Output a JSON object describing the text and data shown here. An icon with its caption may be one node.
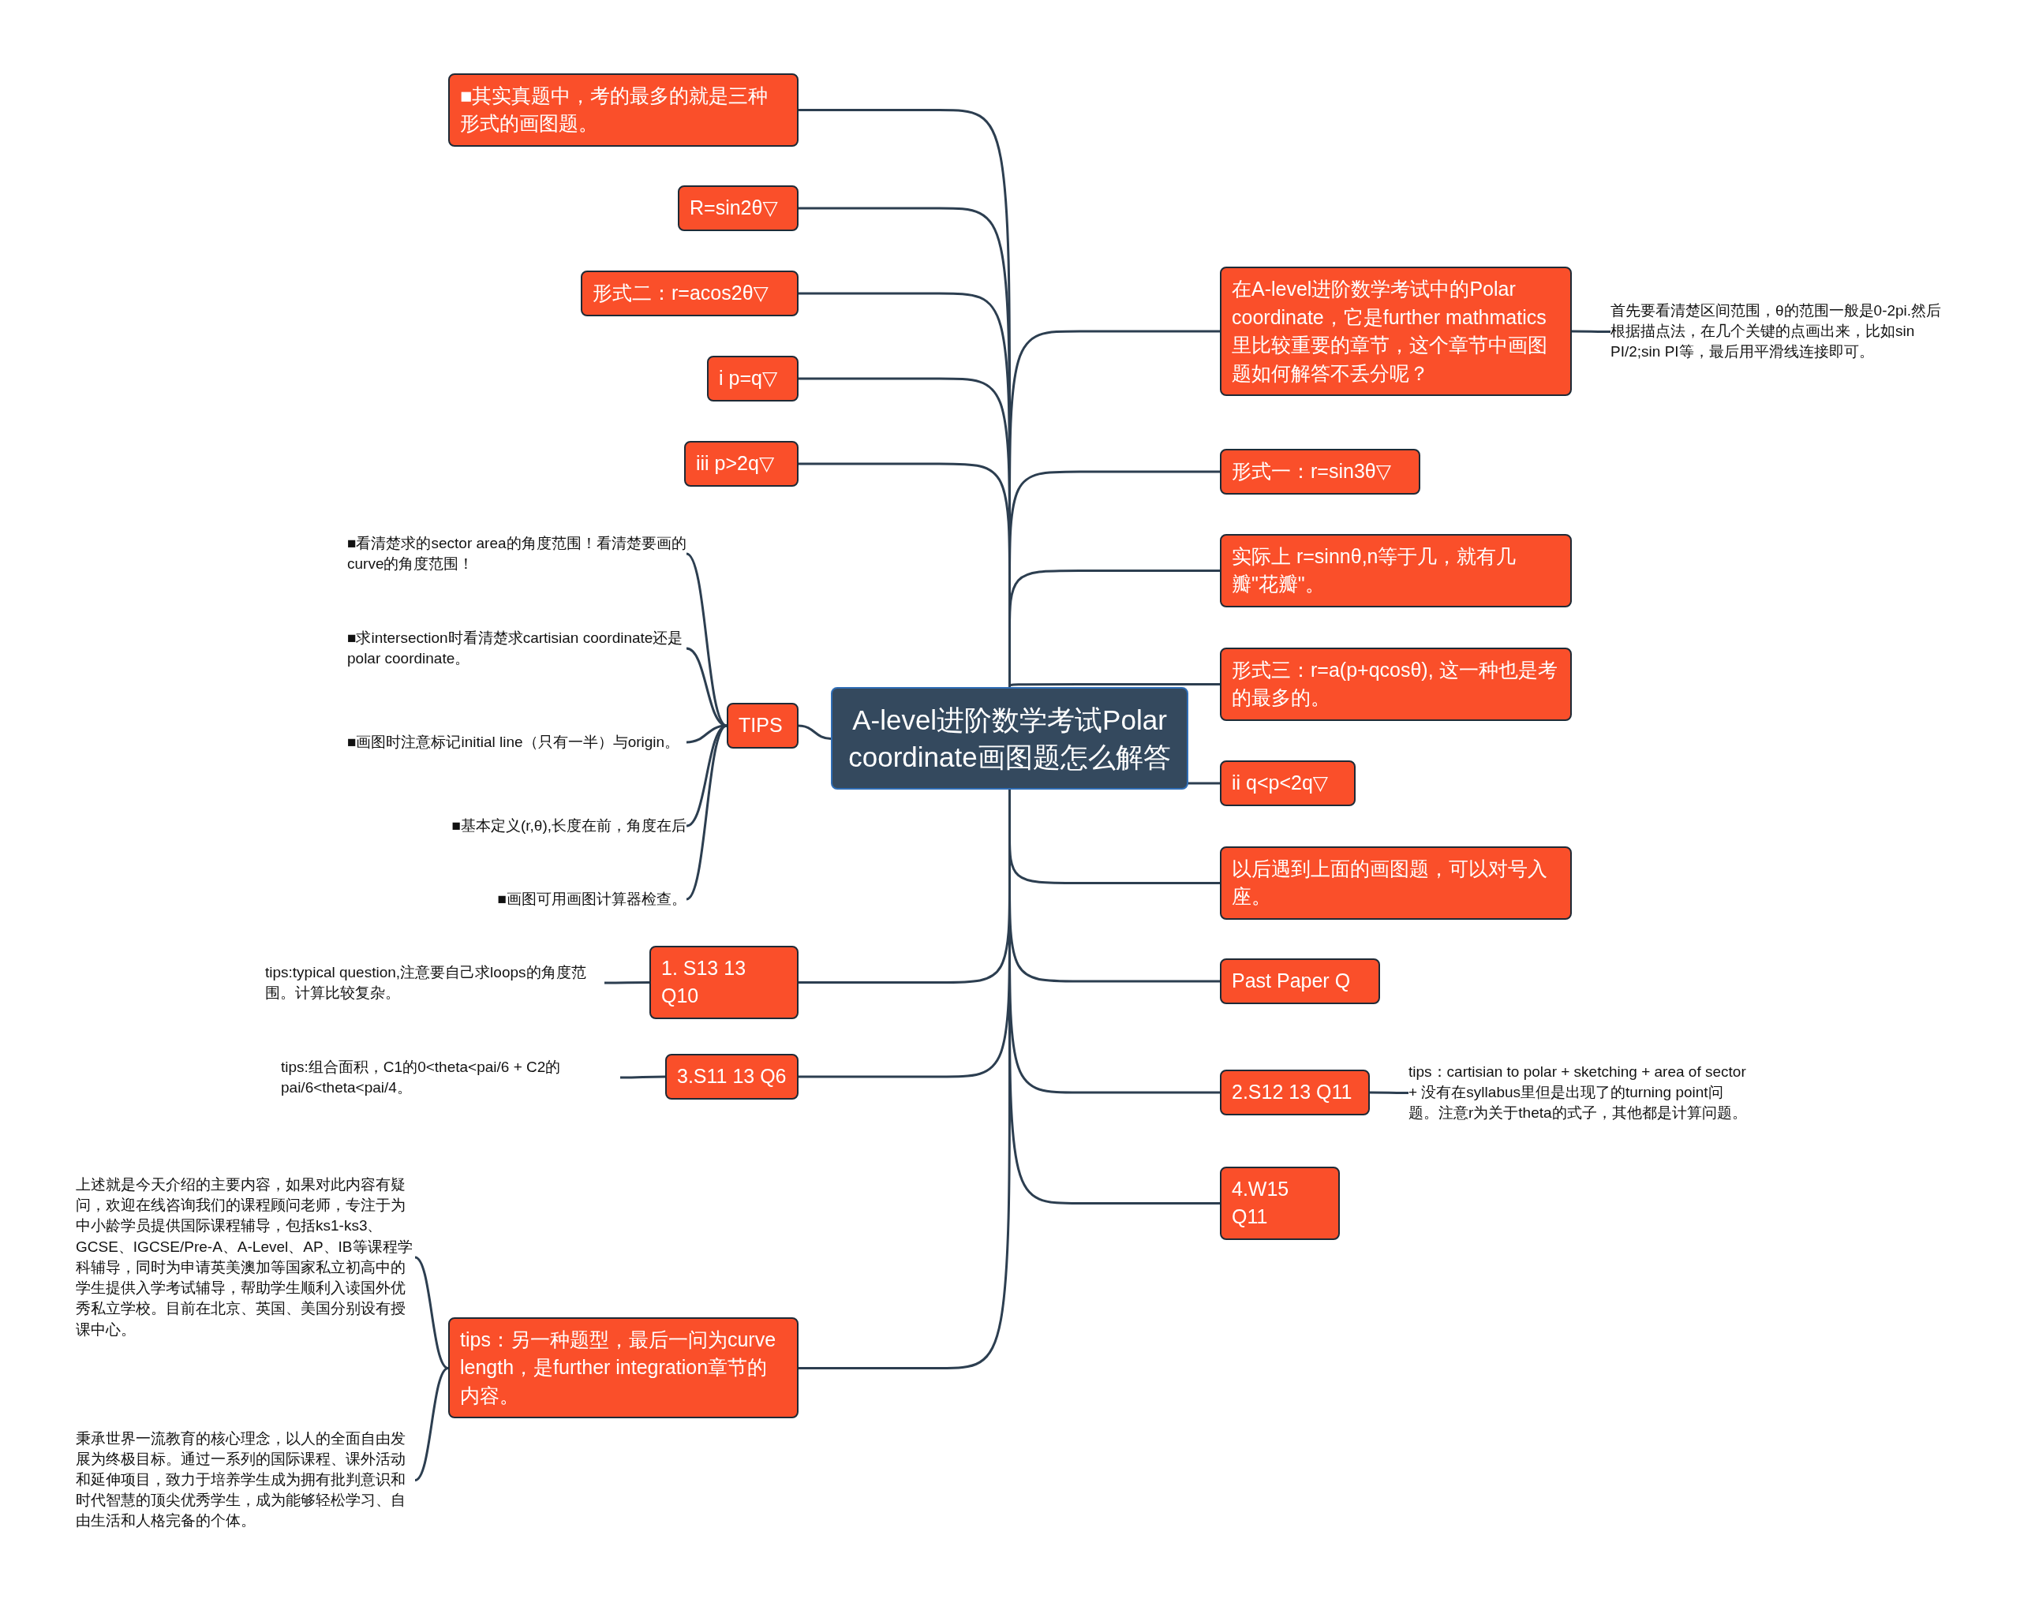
{
  "diagram": {
    "nodes": [
      {
        "text": [
          "A-level进阶数学考试Polar coordinate画图题怎么解答"
        ]
      },
      {
        "text": [
          "■其实真题中，考的最多的就是三种形式的画图题。"
        ]
      },
      {
        "text": [
          "R=sin2θ▽"
        ]
      },
      {
        "text": [
          "形式二：r=acos2θ▽"
        ]
      },
      {
        "text": [
          "i p=q▽"
        ]
      },
      {
        "text": [
          "iii p>2q▽"
        ]
      },
      {
        "text": [
          "TIPS"
        ]
      },
      {
        "text": [
          "■看清楚求的sector area的角度范围！看清楚要画的curve的角度范围！"
        ]
      },
      {
        "text": [
          "■求intersection时看清楚求cartisian coordinate还是polar coordinate。"
        ]
      },
      {
        "text": [
          "■画图时注意标记initial line（只有一半）与origin。"
        ]
      },
      {
        "text": [
          "■基本定义(r,θ),长度在前，角度在后"
        ]
      },
      {
        "text": [
          "■画图可用画图计算器检查。"
        ]
      },
      {
        "text": [
          "1. S13 13 Q10"
        ]
      },
      {
        "text": [
          "tips:typical question,注意要自己求loops的角度范围。计算比较复杂。"
        ]
      },
      {
        "text": [
          "3.S11 13 Q6"
        ]
      },
      {
        "text": [
          "tips:组合面积，C1的0<theta<pai/6 + C2的pai/6<theta<pai/4。"
        ]
      },
      {
        "text": [
          "tips：另一种题型，最后一问为curve length，是further integration章节的内容。"
        ]
      },
      {
        "text": [
          "上述就是今天介绍的主要内容，如果对此内容有疑问，欢迎在线咨询我们的课程顾问老师，专注于为中小龄学员提供国际课程辅导，包括ks1-ks3、GCSE、IGCSE/Pre-A、A-Level、AP、IB等课程学科辅导，同时为申请英美澳加等国家私立初高中的学生提供入学考试辅导，帮助学生顺利入读国外优秀私立学校。目前在北京、英国、美国分别设有授课中心。"
        ]
      },
      {
        "text": [
          "秉承世界一流教育的核心理念，以人的全面自由发展为终极目标。通过一系列的国际课程、课外活动和延伸项目，致力于培养学生成为拥有批判意识和时代智慧的顶尖优秀学生，成为能够轻松学习、自由生活和人格完备的个体。"
        ]
      },
      {
        "text": [
          "在A-level进阶数学考试中的Polar coordinate，它是further mathmatics里比较重要的章节，这个章节中画图题如何解答不丢分呢？"
        ]
      },
      {
        "text": [
          "首先要看清楚区间范围，θ的范围一般是0-2pi.然后根据描点法，在几个关键的点画出来，比如sin PI/2;sin PI等，最后用平滑线连接即可。"
        ]
      },
      {
        "text": [
          "形式一：r=sin3θ▽"
        ]
      },
      {
        "text": [
          "实际上 r=sinnθ,n等于几，就有几瓣\"花瓣\"。"
        ]
      },
      {
        "text": [
          "形式三：r=a(p+qcosθ), 这一种也是考的最多的。"
        ]
      },
      {
        "text": [
          "ii q<p<2q▽"
        ]
      },
      {
        "text": [
          "以后遇到上面的画图题，可以对号入座。"
        ]
      },
      {
        "text": [
          "Past Paper Q"
        ]
      },
      {
        "text": [
          "2.S12 13 Q11"
        ]
      },
      {
        "text": [
          "tips：cartisian to polar + sketching + area of sector + 没有在syllabus里但是出现了的turning point问题。注意r为关于theta的式子，其他都是计算问题。"
        ]
      },
      {
        "text": [
          "4.W15 Q11"
        ]
      }
    ],
    "edges": [
      {
        "from": 0,
        "to": 1,
        "arrow": "none"
      },
      {
        "from": 0,
        "to": 2,
        "arrow": "none"
      },
      {
        "from": 0,
        "to": 3,
        "arrow": "none"
      },
      {
        "from": 0,
        "to": 4,
        "arrow": "none"
      },
      {
        "from": 0,
        "to": 5,
        "arrow": "none"
      },
      {
        "from": 0,
        "to": 6,
        "arrow": "none"
      },
      {
        "from": 6,
        "to": 7,
        "arrow": "none"
      },
      {
        "from": 6,
        "to": 8,
        "arrow": "none"
      },
      {
        "from": 6,
        "to": 9,
        "arrow": "none"
      },
      {
        "from": 6,
        "to": 10,
        "arrow": "none"
      },
      {
        "from": 6,
        "to": 11,
        "arrow": "none"
      },
      {
        "from": 0,
        "to": 12,
        "arrow": "none"
      },
      {
        "from": 12,
        "to": 13,
        "arrow": "none"
      },
      {
        "from": 0,
        "to": 14,
        "arrow": "none"
      },
      {
        "from": 14,
        "to": 15,
        "arrow": "none"
      },
      {
        "from": 0,
        "to": 16,
        "arrow": "none"
      },
      {
        "from": 16,
        "to": 17,
        "arrow": "none"
      },
      {
        "from": 16,
        "to": 18,
        "arrow": "none"
      },
      {
        "from": 0,
        "to": 19,
        "arrow": "none"
      },
      {
        "from": 19,
        "to": 20,
        "arrow": "none"
      },
      {
        "from": 0,
        "to": 21,
        "arrow": "none"
      },
      {
        "from": 0,
        "to": 22,
        "arrow": "none"
      },
      {
        "from": 0,
        "to": 23,
        "arrow": "none"
      },
      {
        "from": 0,
        "to": 24,
        "arrow": "none"
      },
      {
        "from": 0,
        "to": 25,
        "arrow": "none"
      },
      {
        "from": 0,
        "to": 26,
        "arrow": "none"
      },
      {
        "from": 0,
        "to": 27,
        "arrow": "none"
      },
      {
        "from": 27,
        "to": 28,
        "arrow": "none"
      },
      {
        "from": 0,
        "to": 29,
        "arrow": "none"
      }
    ]
  }
}
